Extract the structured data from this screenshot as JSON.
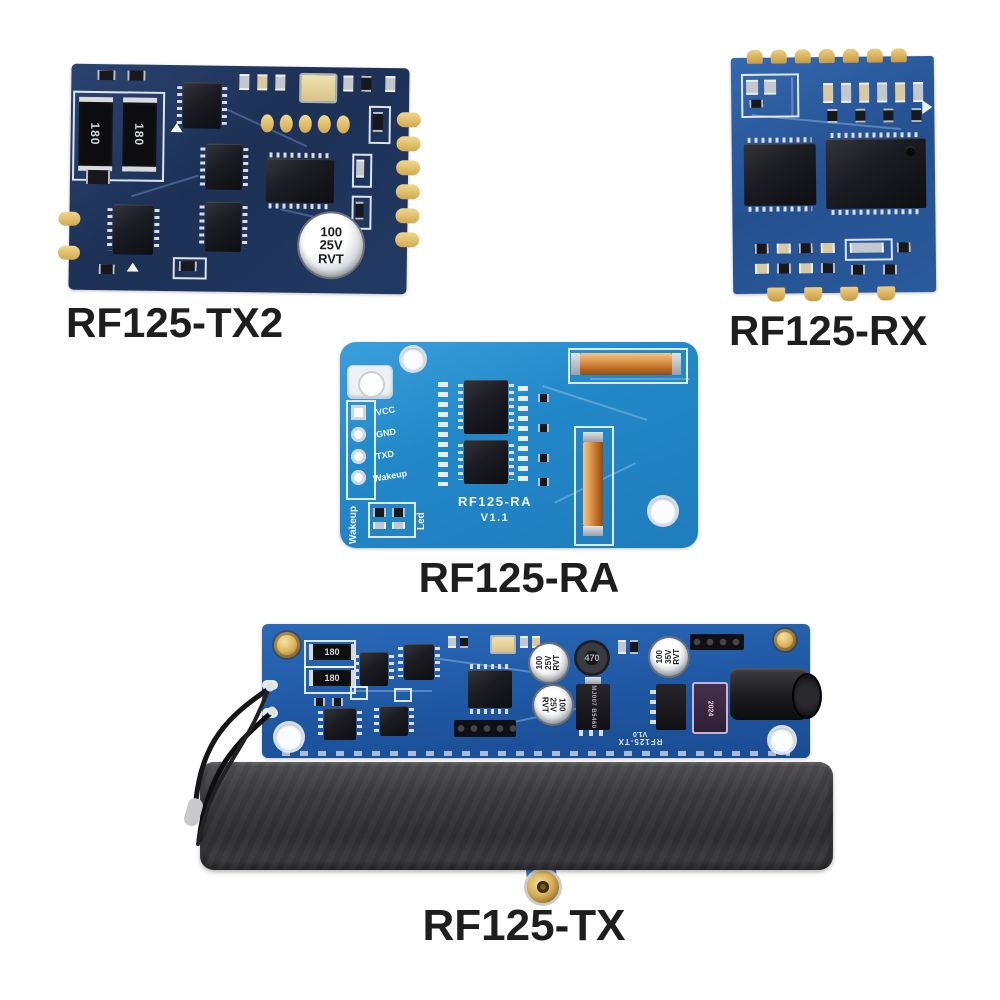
{
  "labels": {
    "tx2": "RF125-TX2",
    "rx": "RF125-RX",
    "ra": "RF125-RA",
    "tx": "RF125-TX"
  },
  "tx2": {
    "resistor1": "180",
    "resistor2": "180",
    "cap": {
      "line1": "100",
      "line2": "25V",
      "line3": "RVT"
    }
  },
  "ra": {
    "pins": [
      "VCC",
      "GND",
      "TXD",
      "Wakeup"
    ],
    "silk_wakeup": "Wakeup",
    "silk_led": "Led",
    "silk_model": "RF125-RA",
    "silk_version": "V1.1"
  },
  "tx": {
    "resistor1": "180",
    "resistor2": "180",
    "cap1": {
      "line1": "100",
      "line2": "25V",
      "line3": "RVT"
    },
    "cap2": {
      "line1": "100",
      "line2": "25V",
      "line3": "RVT"
    },
    "cap3": {
      "line1": "100",
      "line2": "35V",
      "line3": "RVT"
    },
    "inductor": "470",
    "sot_marking_line1": "MJ007",
    "sot_marking_line2": "B5460",
    "purple_marking": "2024",
    "silk_model": "RF125-TX",
    "silk_version": "V1.0"
  },
  "colors": {
    "pcb_dark_navy": "#1d3055",
    "pcb_medium_blue": "#24508f",
    "pcb_bright_blue": "#2388c8",
    "pcb_tx_blue": "#1e55a0",
    "antenna_gray": "#3a3a3e",
    "gold": "#ddb65f",
    "label_text": "#1e1e1e",
    "background": "#ffffff"
  }
}
